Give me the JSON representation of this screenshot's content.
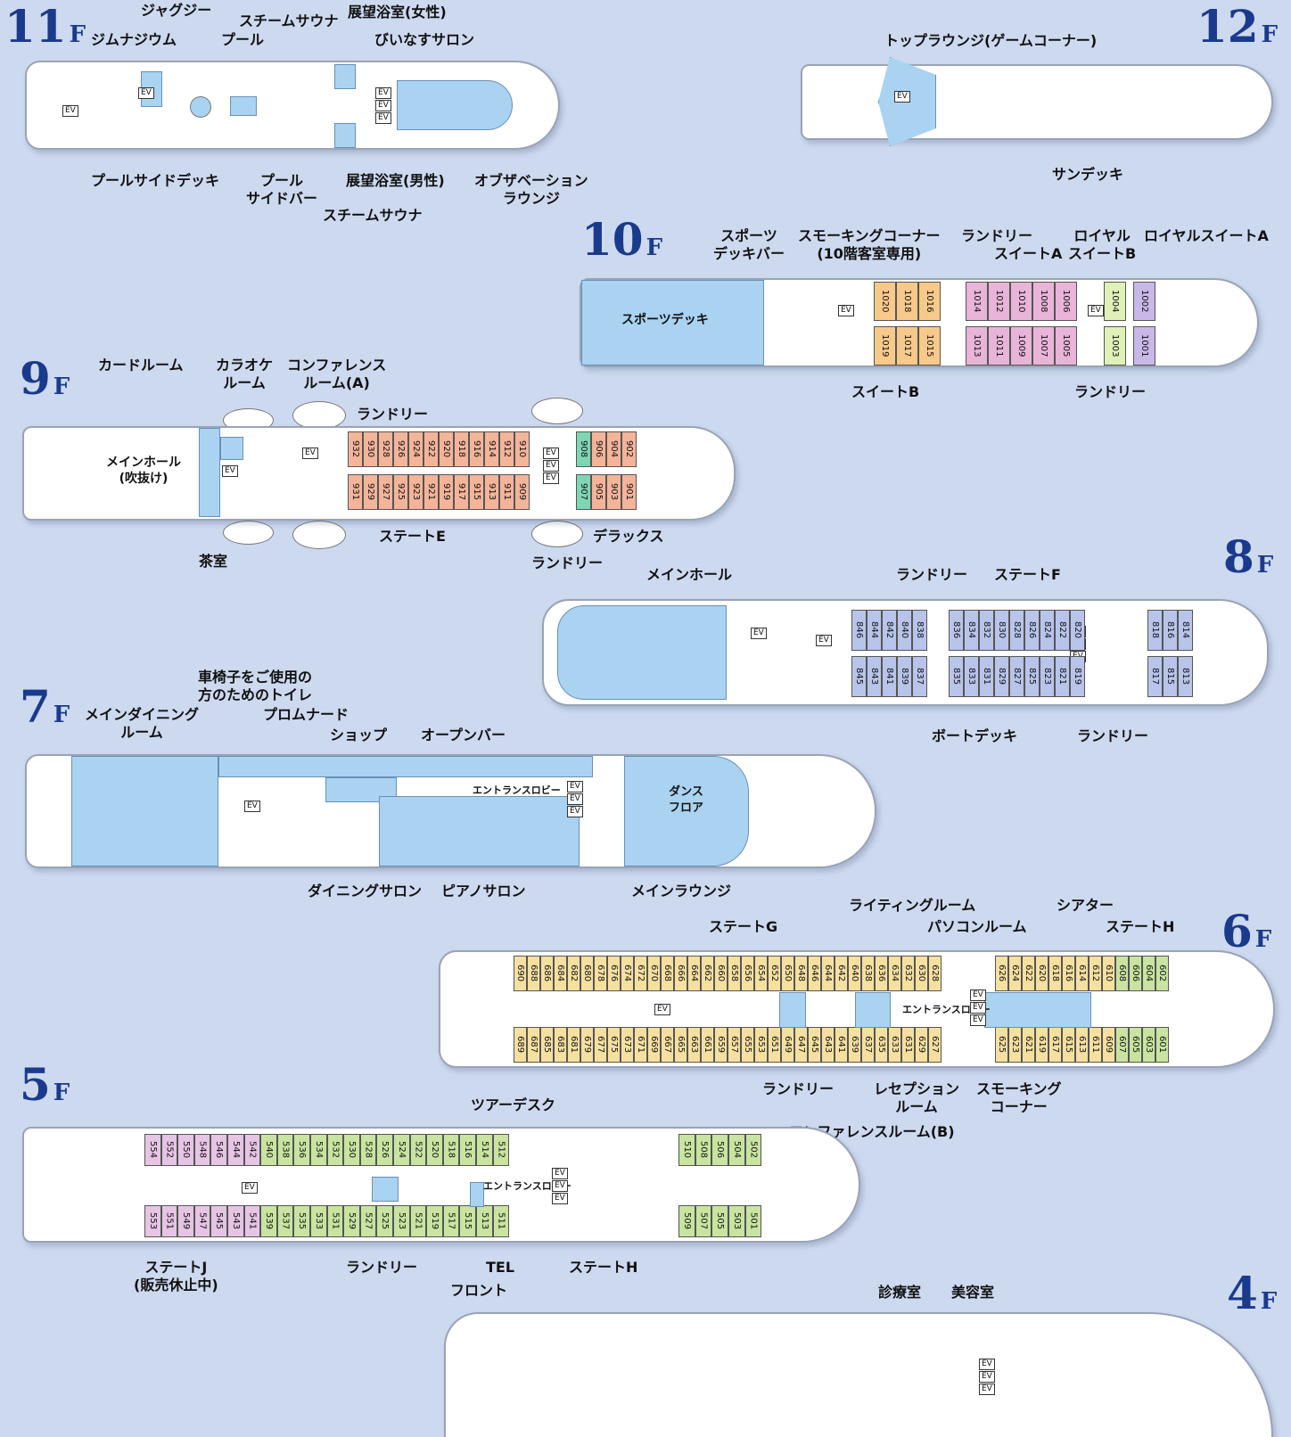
{
  "unit": "F",
  "floors": {
    "f11": {
      "num": "11",
      "labels": {
        "jacuzzi": "ジャグジー",
        "gym": "ジムナジウム",
        "pool": "プール",
        "steam_top": "スチームサウナ",
        "bath_female": "展望浴室(女性)",
        "salon": "びいなすサロン",
        "poolside_deck": "プールサイドデッキ",
        "pool_bar": "プール\nサイドバー",
        "bath_male": "展望浴室(男性)",
        "observation": "オブザベーション\nラウンジ",
        "steam_bottom": "スチームサウナ"
      }
    },
    "f12": {
      "num": "12",
      "labels": {
        "top_lounge": "トップラウンジ(ゲームコーナー)",
        "sundeck": "サンデッキ"
      }
    },
    "f10": {
      "num": "10",
      "labels": {
        "sports_bar": "スポーツ\nデッキバー",
        "smoking": "スモーキングコーナー\n(10階客室専用)",
        "laundry_top": "ランドリー",
        "suite_a": "スイートA",
        "royal_b": "ロイヤル\nスイートB",
        "royal_a": "ロイヤルスイートA",
        "sports_deck": "スポーツデッキ",
        "suite_b": "スイートB",
        "laundry_bottom": "ランドリー"
      },
      "cabins_top": [
        "1020",
        "1018",
        "1016",
        "1014",
        "1012",
        "1010",
        "1008",
        "1006",
        "1004",
        "1002"
      ],
      "cabins_bottom": [
        "1019",
        "1017",
        "1015",
        "1013",
        "1011",
        "1009",
        "1007",
        "1005",
        "1003",
        "1001"
      ]
    },
    "f9": {
      "num": "9",
      "labels": {
        "card_room": "カードルーム",
        "karaoke": "カラオケ\nルーム",
        "conf_a": "コンファレンス\nルーム(A)",
        "laundry_top": "ランドリー",
        "main_hall": "メインホール\n(吹抜け)",
        "state_e": "ステートE",
        "deluxe": "デラックス",
        "tea_room": "茶室",
        "laundry_bottom": "ランドリー"
      },
      "cabins_top": [
        "932",
        "930",
        "928",
        "926",
        "924",
        "922",
        "920",
        "918",
        "916",
        "914",
        "912",
        "910",
        "908",
        "906",
        "904",
        "902"
      ],
      "cabins_bottom": [
        "931",
        "929",
        "927",
        "925",
        "923",
        "921",
        "919",
        "917",
        "915",
        "913",
        "911",
        "909",
        "907",
        "905",
        "903",
        "901"
      ]
    },
    "f8": {
      "num": "8",
      "labels": {
        "main_hall": "メインホール",
        "laundry_top": "ランドリー",
        "state_f": "ステートF",
        "boat_deck": "ボートデッキ",
        "laundry_bottom": "ランドリー"
      },
      "cabins_top": [
        "846",
        "844",
        "842",
        "840",
        "838",
        "836",
        "834",
        "832",
        "830",
        "828",
        "826",
        "824",
        "822",
        "820",
        "818",
        "816",
        "814"
      ],
      "cabins_bottom": [
        "845",
        "843",
        "841",
        "839",
        "837",
        "835",
        "833",
        "831",
        "829",
        "827",
        "825",
        "823",
        "821",
        "819",
        "817",
        "815",
        "813"
      ]
    },
    "f7": {
      "num": "7",
      "labels": {
        "wheelchair": "車椅子をご使用の\n方のためのトイレ",
        "main_dining": "メインダイニング\nルーム",
        "promenade": "プロムナード",
        "shop": "ショップ",
        "open_bar": "オープンバー",
        "entrance": "エントランスロビー",
        "dance": "ダンス\nフロア",
        "dining_salon": "ダイニングサロン",
        "piano_salon": "ピアノサロン",
        "main_lounge": "メインラウンジ"
      }
    },
    "f6": {
      "num": "6",
      "labels": {
        "writing": "ライティングルーム",
        "state_g": "ステートG",
        "pc_room": "パソコンルーム",
        "theater": "シアター",
        "state_h": "ステートH",
        "entrance": "エントランスロビー",
        "laundry": "ランドリー",
        "reception": "レセプション\nルーム",
        "smoking": "スモーキング\nコーナー",
        "conf_b": "コンファレンスルーム(B)"
      },
      "cabins_top": [
        "690",
        "688",
        "686",
        "684",
        "682",
        "680",
        "678",
        "676",
        "674",
        "672",
        "670",
        "668",
        "666",
        "664",
        "662",
        "660",
        "658",
        "656",
        "654",
        "652",
        "650",
        "648",
        "646",
        "644",
        "642",
        "640",
        "638",
        "636",
        "634",
        "632",
        "630",
        "628",
        "626",
        "624",
        "622",
        "620",
        "618",
        "616",
        "614",
        "612",
        "610",
        "608",
        "606",
        "604",
        "602"
      ],
      "cabins_bottom": [
        "689",
        "687",
        "685",
        "683",
        "681",
        "679",
        "677",
        "675",
        "673",
        "671",
        "669",
        "667",
        "665",
        "663",
        "661",
        "659",
        "657",
        "655",
        "653",
        "651",
        "649",
        "647",
        "645",
        "643",
        "641",
        "639",
        "637",
        "635",
        "633",
        "631",
        "629",
        "627",
        "625",
        "623",
        "621",
        "619",
        "617",
        "615",
        "613",
        "611",
        "609",
        "607",
        "605",
        "603",
        "601"
      ]
    },
    "f5": {
      "num": "5",
      "labels": {
        "tour_desk": "ツアーデスク",
        "entrance": "エントランスロビー",
        "state_j": "ステートJ\n(販売休止中)",
        "laundry": "ランドリー",
        "tel": "TEL",
        "front": "フロント",
        "state_h": "ステートH"
      },
      "cabins_top": [
        "554",
        "552",
        "550",
        "548",
        "546",
        "544",
        "542",
        "540",
        "538",
        "536",
        "534",
        "532",
        "530",
        "528",
        "526",
        "524",
        "522",
        "520",
        "518",
        "516",
        "514",
        "512",
        "510",
        "508",
        "506",
        "504",
        "502"
      ],
      "cabins_bottom": [
        "553",
        "551",
        "549",
        "547",
        "545",
        "543",
        "541",
        "539",
        "537",
        "535",
        "533",
        "531",
        "529",
        "527",
        "525",
        "523",
        "521",
        "519",
        "517",
        "515",
        "513",
        "511",
        "509",
        "507",
        "505",
        "503",
        "501"
      ]
    },
    "f4": {
      "num": "4",
      "labels": {
        "clinic": "診療室",
        "beauty": "美容室"
      }
    }
  },
  "ev": "EV",
  "colors": {
    "water": "#a9d3f0",
    "state_e": "#f3b49a",
    "suite_a": "#e8b4d8",
    "suite_b": "#f7c98a",
    "royal_b": "#dff0b8",
    "royal_a": "#c8b8e8",
    "deluxe": "#7fd6b4",
    "state_f": "#b8c4ea",
    "state_g": "#f6e0a0",
    "state_h": "#c8e4a0",
    "state_j": "#e6c4e4",
    "background": "#cdd9ef",
    "floor_number": "#1a3a8c"
  }
}
